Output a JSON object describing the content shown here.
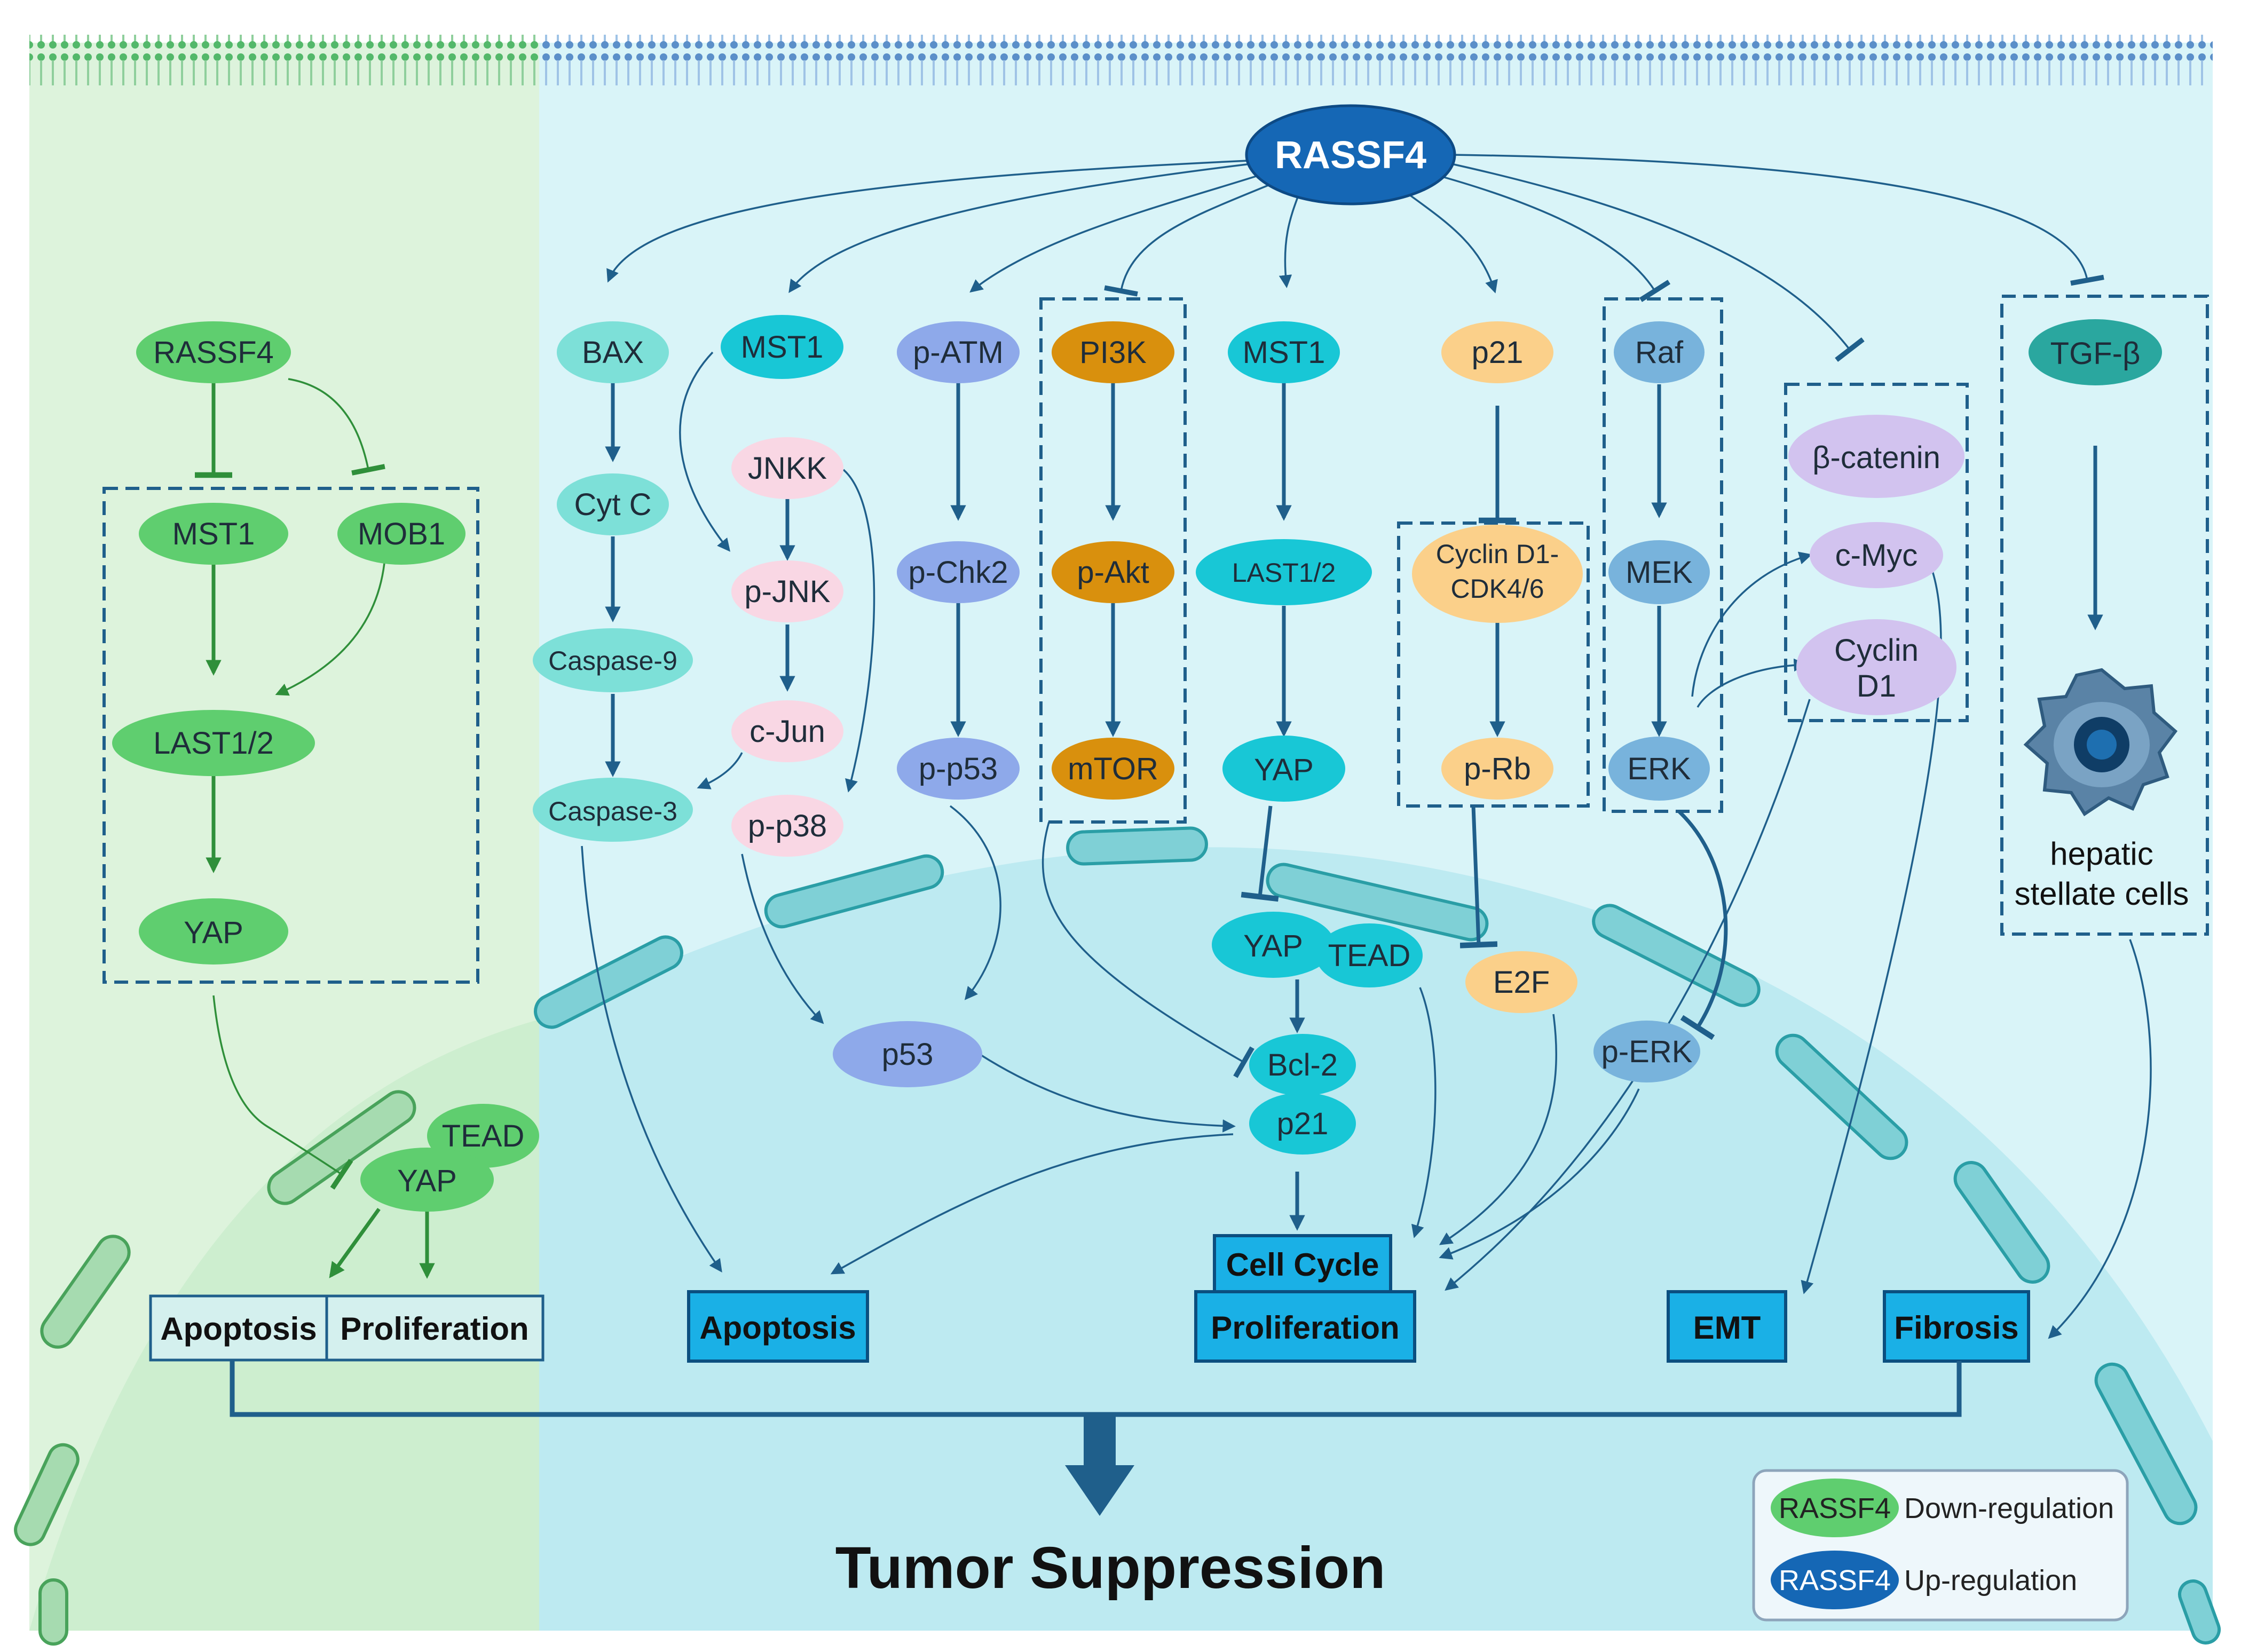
{
  "hub": "RASSF4",
  "left_panel": {
    "nodes": {
      "rassf4": "RASSF4",
      "mst1": "MST1",
      "mob1": "MOB1",
      "last": "LAST1/2",
      "yap": "YAP",
      "tead": "TEAD",
      "yap_nuc": "YAP"
    },
    "outcomes": {
      "apoptosis": "Apoptosis",
      "proliferation": "Proliferation"
    }
  },
  "columns": {
    "bax": [
      "BAX",
      "Cyt C",
      "Caspase-9",
      "Caspase-3"
    ],
    "jnk": [
      "MST1",
      "JNKK",
      "p-JNK",
      "c-Jun",
      "p-p38"
    ],
    "atm": [
      "p-ATM",
      "p-Chk2",
      "p-p53"
    ],
    "pi3k": [
      "PI3K",
      "p-Akt",
      "mTOR"
    ],
    "mst": [
      "MST1",
      "LAST1/2",
      "YAP"
    ],
    "p21": [
      "p21",
      "Cyclin D1-",
      "CDK4/6",
      "p-Rb"
    ],
    "raf": [
      "Raf",
      "MEK",
      "ERK"
    ],
    "wnt": [
      "β-catenin",
      "c-Myc",
      "Cyclin",
      "D1"
    ],
    "tgf": [
      "TGF-β",
      "hepatic",
      "stellate cells"
    ]
  },
  "nucleus": {
    "yap": "YAP",
    "tead": "TEAD",
    "p53": "p53",
    "bcl2": "Bcl-2",
    "p21": "p21",
    "e2f": "E2F",
    "perk": "p-ERK"
  },
  "outcomes": {
    "apoptosis": "Apoptosis",
    "cell_cycle": "Cell Cycle",
    "proliferation": "Proliferation",
    "emt": "EMT",
    "fibrosis": "Fibrosis"
  },
  "title": "Tumor Suppression",
  "legend": {
    "chip": "RASSF4",
    "down": "Down-regulation",
    "up": "Up-regulation"
  },
  "colors": {
    "green_bg": "#ddf3dc",
    "blue_bg": "#d9f4f8",
    "nucleus": "#bdeaf1",
    "green_node": "#5fce6f",
    "hub": "#1567b5",
    "arrow": "#1f5f8b",
    "cyan_node": "#18c7d6",
    "teal_node": "#7de0d8",
    "pink_node": "#f9d7e4",
    "periwinkle_node": "#8ea9ea",
    "orange_node": "#d9900d",
    "peach_node": "#fbd08a",
    "steel_node": "#78b3dc",
    "lavender_node": "#d2c3ef",
    "outcome_box": "#1ab0e6"
  },
  "icons": [
    "hepatic-stellate-cell-icon",
    "down-arrow-icon"
  ]
}
